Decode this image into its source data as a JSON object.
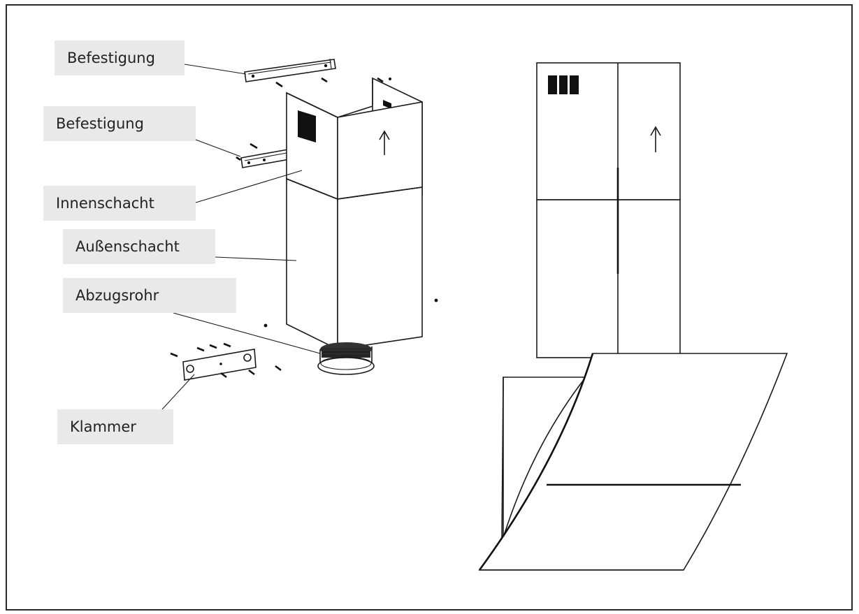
{
  "labels": {
    "befestigung_upper": "Befestigung",
    "befestigung_lower": "Befestigung",
    "innenschacht": "Innenschacht",
    "aussenschacht": "Außenschacht",
    "abzugsrohr": "Abzugsrohr",
    "klammer": "Klammer"
  },
  "colors": {
    "callout_background": "#e9e9e9",
    "line": "#1a1a1a",
    "frame": "#2a2a2a"
  }
}
